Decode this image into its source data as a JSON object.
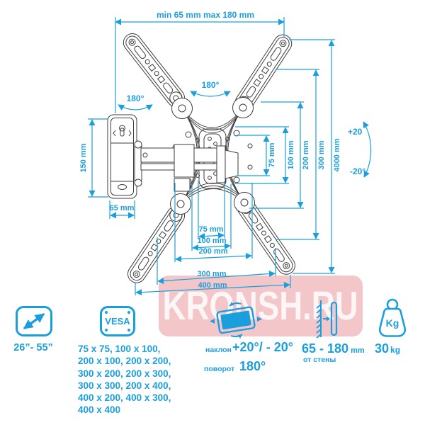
{
  "colors": {
    "accent": "#1B9FDC",
    "line_art": "#3D3D3D",
    "watermark_bg": "#F3C7CA",
    "watermark_text": "#FFFFFF"
  },
  "watermark": {
    "text": "KRONSH.RU"
  },
  "diagram": {
    "top_width": "min 65 mm max 180 mm",
    "swivel_left": "180°",
    "swivel_center": "180°",
    "tilt_up": "+20",
    "tilt_down": "-20°",
    "plate_height": "150 mm",
    "plate_width": "65 mm",
    "right_dims": [
      "75 mm",
      "100 mm",
      "200 mm",
      "300 mm",
      "4000 mm"
    ],
    "bottom_dims": [
      "75 mm",
      "100 mm",
      "200 mm",
      "300 mm",
      "400 mm"
    ]
  },
  "specs": {
    "screen_size": "26”- 55”",
    "vesa_label": "VESA",
    "vesa_sizes": [
      "75 x 75, 100 x 100,",
      "200 x 100, 200 x 200,",
      "300 x 200, 200 x 300,",
      "300 x 300, 200 x 400,",
      "400 x 200, 400 x 300,",
      "400 x 400"
    ],
    "tilt_label": "наклон",
    "tilt_value": "+20°/ - 20°",
    "swivel_label": "поворот",
    "swivel_value": "180°",
    "wall_distance_value": "65 - 180",
    "wall_distance_unit": "mm",
    "wall_distance_sub": "от стены",
    "weight_icon_label": "Kg",
    "weight_value": "30",
    "weight_unit": "kg"
  }
}
